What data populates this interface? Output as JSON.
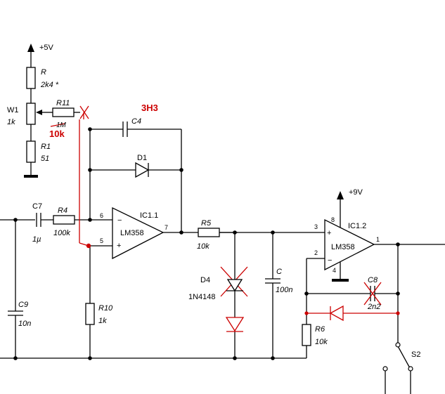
{
  "power": {
    "vcc5": "+5V",
    "vcc9": "+9V"
  },
  "components": {
    "r": {
      "name": "R",
      "value": "2k4 *"
    },
    "w1": {
      "name": "W1",
      "value": "1k"
    },
    "r1": {
      "name": "R1",
      "value": "51"
    },
    "r11": {
      "name": "R11",
      "old_value": "1M",
      "new_value": "10k"
    },
    "c4": {
      "name": "C4",
      "new_value": "3H3"
    },
    "d1": {
      "name": "D1"
    },
    "c7": {
      "name": "C7",
      "value": "1µ"
    },
    "r4": {
      "name": "R4",
      "value": "100k"
    },
    "ic11": {
      "name": "IC1.1",
      "part": "LM358",
      "pin_inv": "6",
      "pin_noninv": "5",
      "pin_out": "7",
      "sign_minus": "−",
      "sign_plus": "+"
    },
    "r5": {
      "name": "R5",
      "value": "10k"
    },
    "d4": {
      "name": "D4",
      "part": "1N4148"
    },
    "c": {
      "name": "C",
      "value": "100n"
    },
    "ic12": {
      "name": "IC1.2",
      "part": "LM358",
      "pin_noninv": "3",
      "pin_inv": "2",
      "pin_out": "1",
      "pin_vcc": "8",
      "pin_gnd": "4",
      "sign_plus": "+",
      "sign_minus": "−"
    },
    "c8": {
      "name": "C8",
      "value": "2n2"
    },
    "r6": {
      "name": "R6",
      "value": "10k"
    },
    "r10": {
      "name": "R10",
      "value": "1k"
    },
    "c9": {
      "name": "C9",
      "value": "10n"
    },
    "s2": {
      "name": "S2"
    }
  },
  "colors": {
    "wire": "#000000",
    "modification": "#cc0000"
  }
}
